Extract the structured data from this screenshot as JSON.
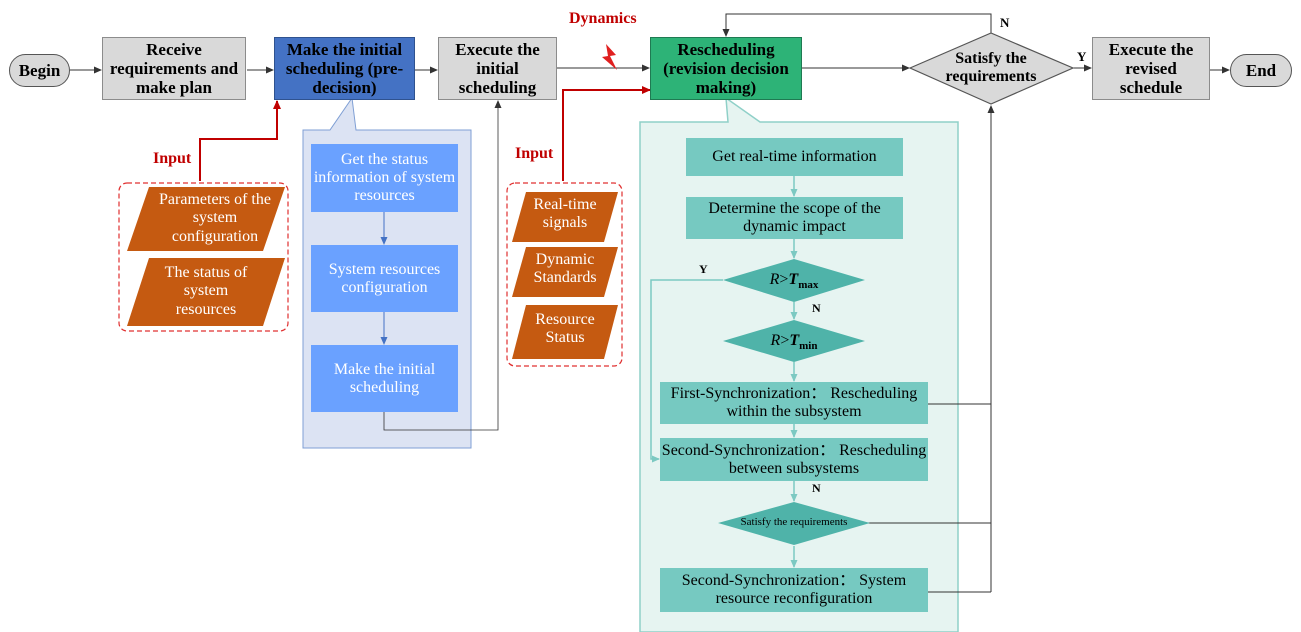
{
  "nodes": {
    "begin": "Begin",
    "receive": "Receive requirements and make plan",
    "initial_sched": "Make the initial scheduling (pre-decision)",
    "execute_initial": "Execute the initial scheduling",
    "rescheduling": "Rescheduling (revision decision making)",
    "satisfy_top": "Satisfy the requirements",
    "execute_revised": "Execute the revised schedule",
    "end": "End"
  },
  "labels": {
    "dynamics": "Dynamics",
    "input_left": "Input",
    "input_mid": "Input",
    "top_n": "N",
    "top_y": "Y",
    "inner_y": "Y",
    "inner_n1": "N",
    "inner_n2": "N"
  },
  "left_inputs": {
    "parameters": "Parameters of the system configuration",
    "status": "The status of system resources"
  },
  "pre_decision_steps": {
    "step1": "Get the status information of system resources",
    "step2": "System resources configuration",
    "step3": "Make the initial scheduling"
  },
  "mid_inputs": {
    "signals": "Real-time signals",
    "standards": "Dynamic Standards",
    "resource": "Resource Status"
  },
  "revision_steps": {
    "get_info": "Get real-time information",
    "determine": "Determine the scope of the dynamic impact",
    "cond_max_r": "R",
    "cond_max_op": ">",
    "cond_max_t": "T",
    "cond_max_sub": "max",
    "cond_min_r": "R",
    "cond_min_op": ">",
    "cond_min_t": "T",
    "cond_min_sub": "min",
    "first_sync": "First-Synchronization： Rescheduling within the subsystem",
    "second_sync": "Second-Synchronization： Rescheduling between subsystems",
    "satisfy_inner": "Satisfy the requirements",
    "second_sync_sys": "Second-Synchronization： System resource reconfiguration"
  },
  "colors": {
    "gray_box": "#d9d9d9",
    "blue_header": "#4472c4",
    "green_header": "#2db377",
    "blue_step": "#6aa1ff",
    "teal_step": "#76c9c1",
    "orange_input": "#c55a11",
    "red_accent": "#c00000",
    "lavender_panel": "#dce3f3",
    "mint_panel": "#e6f4f1"
  }
}
